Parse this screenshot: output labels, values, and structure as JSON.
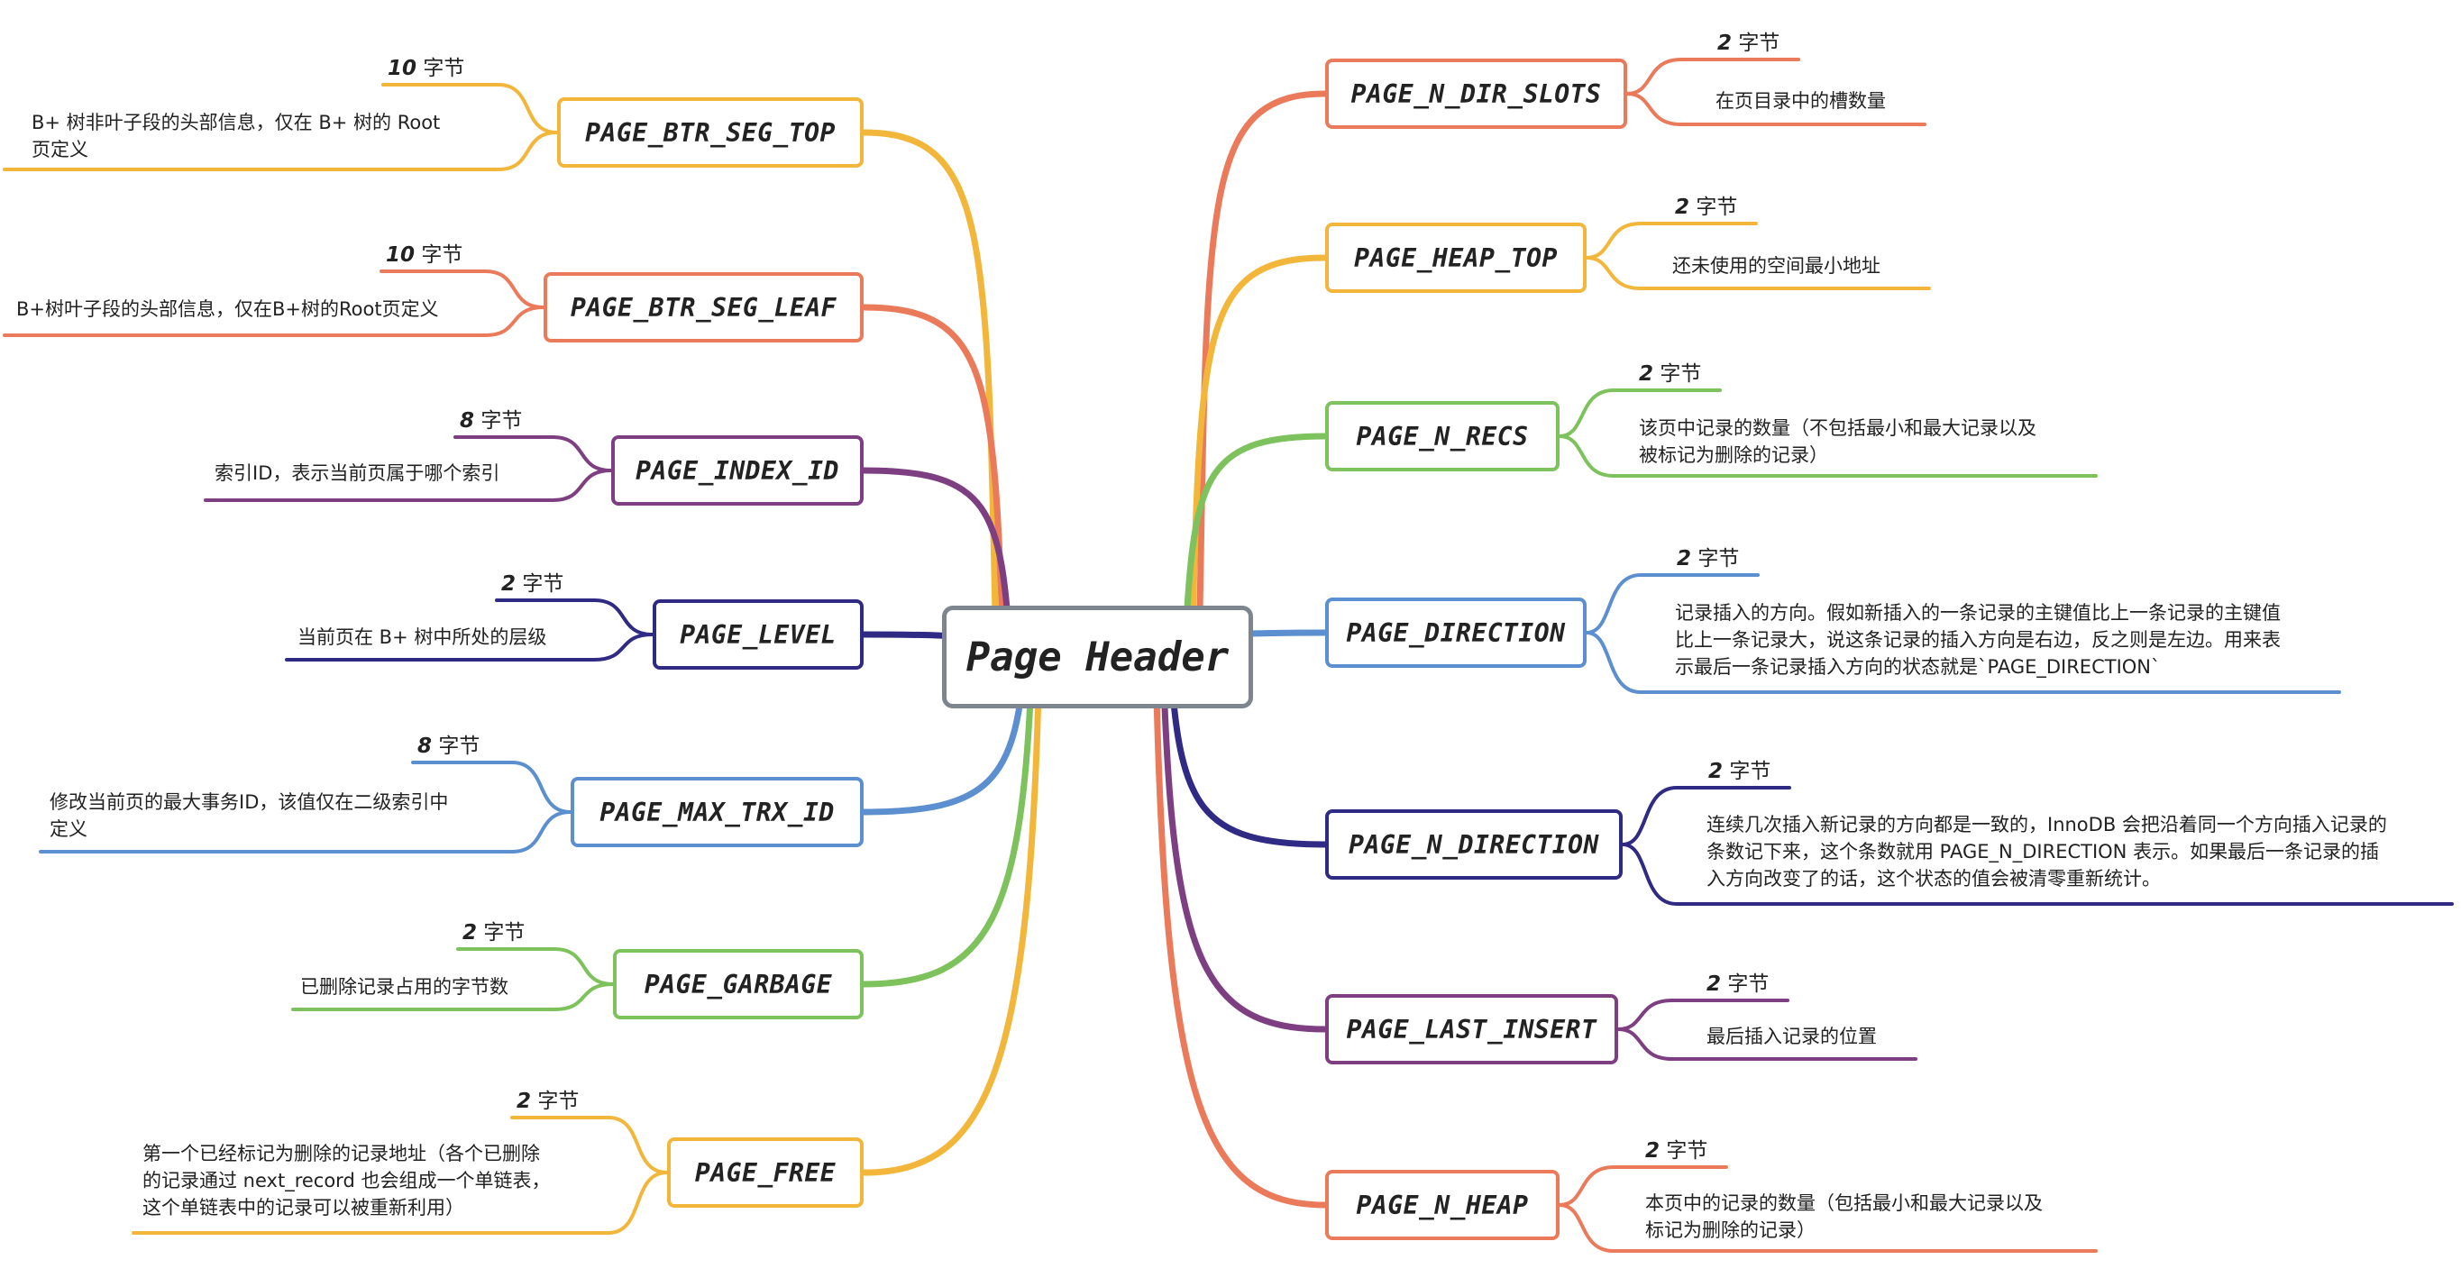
{
  "center": {
    "title": "Page Header"
  },
  "colors": {
    "orange": "#ea7a5a",
    "yellow": "#f2b63a",
    "green": "#7dc25c",
    "purple": "#7d3f82",
    "navy": "#2f2a84",
    "blue": "#5b8fd0",
    "gray": "#7d858e"
  },
  "left": [
    {
      "name": "PAGE_BTR_SEG_TOP",
      "bytes_num": "10",
      "bytes_unit": "字节",
      "desc": [
        "B+ 树非叶子段的头部信息，仅在 B+ 树的 Root",
        "页定义"
      ],
      "color": "yellow"
    },
    {
      "name": "PAGE_BTR_SEG_LEAF",
      "bytes_num": "10",
      "bytes_unit": "字节",
      "desc": [
        "B+树叶子段的头部信息，仅在B+树的Root页定义"
      ],
      "color": "orange"
    },
    {
      "name": "PAGE_INDEX_ID",
      "bytes_num": "8",
      "bytes_unit": "字节",
      "desc": [
        "索引ID，表示当前页属于哪个索引"
      ],
      "color": "purple"
    },
    {
      "name": "PAGE_LEVEL",
      "bytes_num": "2",
      "bytes_unit": "字节",
      "desc": [
        "当前页在 B+ 树中所处的层级"
      ],
      "color": "navy"
    },
    {
      "name": "PAGE_MAX_TRX_ID",
      "bytes_num": "8",
      "bytes_unit": "字节",
      "desc": [
        "修改当前页的最大事务ID，该值仅在二级索引中",
        "定义"
      ],
      "color": "blue"
    },
    {
      "name": "PAGE_GARBAGE",
      "bytes_num": "2",
      "bytes_unit": "字节",
      "desc": [
        "已删除记录占用的字节数"
      ],
      "color": "green"
    },
    {
      "name": "PAGE_FREE",
      "bytes_num": "2",
      "bytes_unit": "字节",
      "desc": [
        "第一个已经标记为删除的记录地址（各个已删除",
        "的记录通过 next_record 也会组成一个单链表，",
        "这个单链表中的记录可以被重新利用）"
      ],
      "color": "yellow"
    }
  ],
  "right": [
    {
      "name": "PAGE_N_DIR_SLOTS",
      "bytes_num": "2",
      "bytes_unit": "字节",
      "desc": [
        "在页目录中的槽数量"
      ],
      "color": "orange"
    },
    {
      "name": "PAGE_HEAP_TOP",
      "bytes_num": "2",
      "bytes_unit": "字节",
      "desc": [
        "还未使用的空间最小地址"
      ],
      "color": "yellow"
    },
    {
      "name": "PAGE_N_RECS",
      "bytes_num": "2",
      "bytes_unit": "字节",
      "desc": [
        "该页中记录的数量（不包括最小和最大记录以及",
        "被标记为删除的记录）"
      ],
      "color": "green"
    },
    {
      "name": "PAGE_DIRECTION",
      "bytes_num": "2",
      "bytes_unit": "字节",
      "desc": [
        "记录插入的方向。假如新插入的一条记录的主键值比上一条记录的主键值",
        "比上一条记录大，说这条记录的插入方向是右边，反之则是左边。用来表",
        "示最后一条记录插入方向的状态就是`PAGE_DIRECTION`"
      ],
      "color": "blue"
    },
    {
      "name": "PAGE_N_DIRECTION",
      "bytes_num": "2",
      "bytes_unit": "字节",
      "desc": [
        "连续几次插入新记录的方向都是一致的，InnoDB 会把沿着同一个方向插入记录的",
        "条数记下来，这个条数就用 PAGE_N_DIRECTION 表示。如果最后一条记录的插",
        "入方向改变了的话，这个状态的值会被清零重新统计。"
      ],
      "color": "navy"
    },
    {
      "name": "PAGE_LAST_INSERT",
      "bytes_num": "2",
      "bytes_unit": "字节",
      "desc": [
        "最后插入记录的位置"
      ],
      "color": "purple"
    },
    {
      "name": "PAGE_N_HEAP",
      "bytes_num": "2",
      "bytes_unit": "字节",
      "desc": [
        "本页中的记录的数量（包括最小和最大记录以及",
        "标记为删除的记录）"
      ],
      "color": "orange"
    }
  ]
}
